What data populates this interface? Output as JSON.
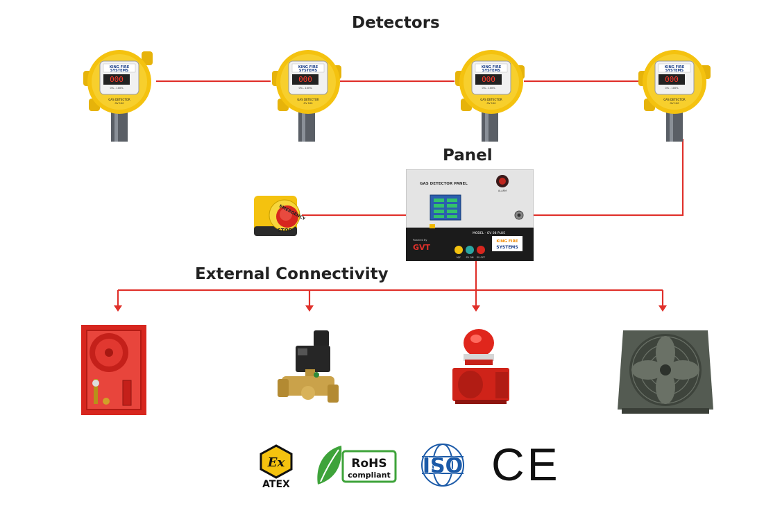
{
  "headings": {
    "detectors": "Detectors",
    "panel": "Panel",
    "external": "External Connectivity"
  },
  "detector": {
    "brand_top": "KING FIRE",
    "brand_bottom": "SYSTEMS",
    "display_value": "000",
    "range_text": "0% - 100%",
    "label": "GAS DETECTOR",
    "model": "GV 100"
  },
  "panel": {
    "title": "GAS DETECTOR PANEL",
    "alarm_label": "ALARM",
    "model": "MODEL - GV 08 PLUS",
    "powered_by": "Powered By",
    "powered_brand": "GVT",
    "brand_top": "KING FIRE",
    "brand_bottom": "SYSTEMS",
    "led_labels": [
      "M/F",
      "SV ON",
      "SV OFF"
    ]
  },
  "emergency": {
    "text_top": "EMERGENCY",
    "text_bottom": "STOP"
  },
  "certifications": {
    "atex": "ATEX",
    "atex_symbol": "Ex",
    "rohs_title": "RoHS",
    "rohs_sub": "compliant",
    "iso": "ISO",
    "ce": "CE"
  },
  "colors": {
    "wire": "#e0302a",
    "detector_yellow": "#f4c20f",
    "panel_body": "#dcdcdc",
    "screen_blue": "#2b5fae",
    "red_box": "#d7261e",
    "fan_gray": "#545b52"
  }
}
